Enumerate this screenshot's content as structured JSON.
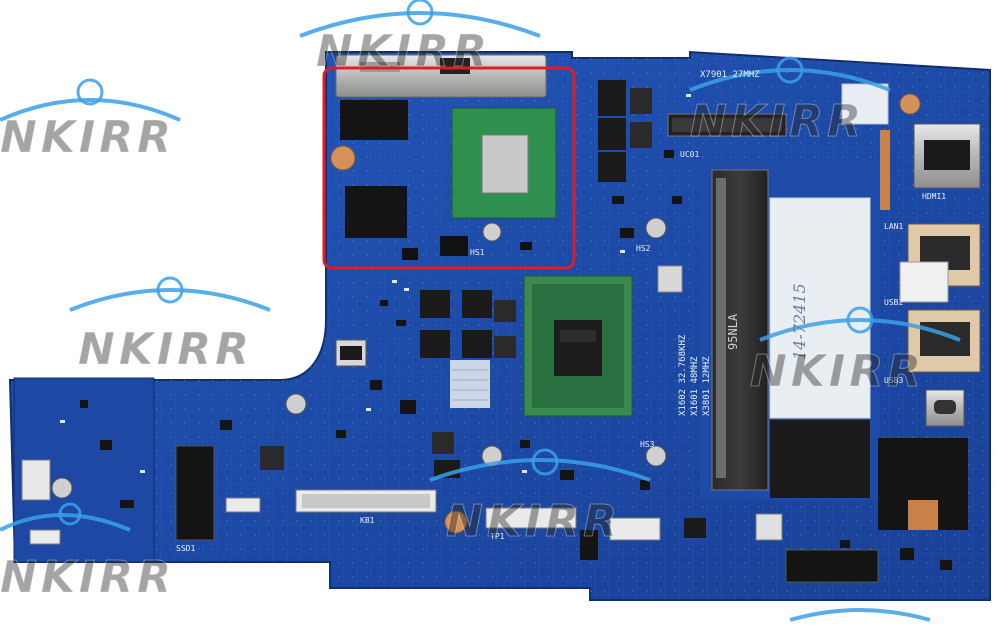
{
  "watermark": {
    "text": "NKIRR"
  },
  "board_labels": {
    "crystal_top": "X7901 27MHZ",
    "crystal_list": [
      "X1602 32.768KHZ",
      "X1601 48MHZ",
      "X3801 12MHZ"
    ],
    "handwritten": "14-72415",
    "sticker_code": "95NLA",
    "ref_small": [
      "UC01",
      "HDMI1",
      "LAN1",
      "USB2",
      "USB3",
      "KB1",
      "TP1",
      "SSD1",
      "HS1",
      "HS2",
      "HS3"
    ]
  },
  "highlight": {
    "color": "#e11d24",
    "target": "GPU + VRAM region"
  },
  "colors": {
    "pcb": "#1f4fb0",
    "pcb_dark": "#173d8c",
    "chip": "#1a1a1a",
    "gpu_substrate": "#2f8f4f",
    "cpu_substrate": "#3a8a4f",
    "copper": "#c9814a",
    "watermark_arc": "#3aa0e8"
  }
}
